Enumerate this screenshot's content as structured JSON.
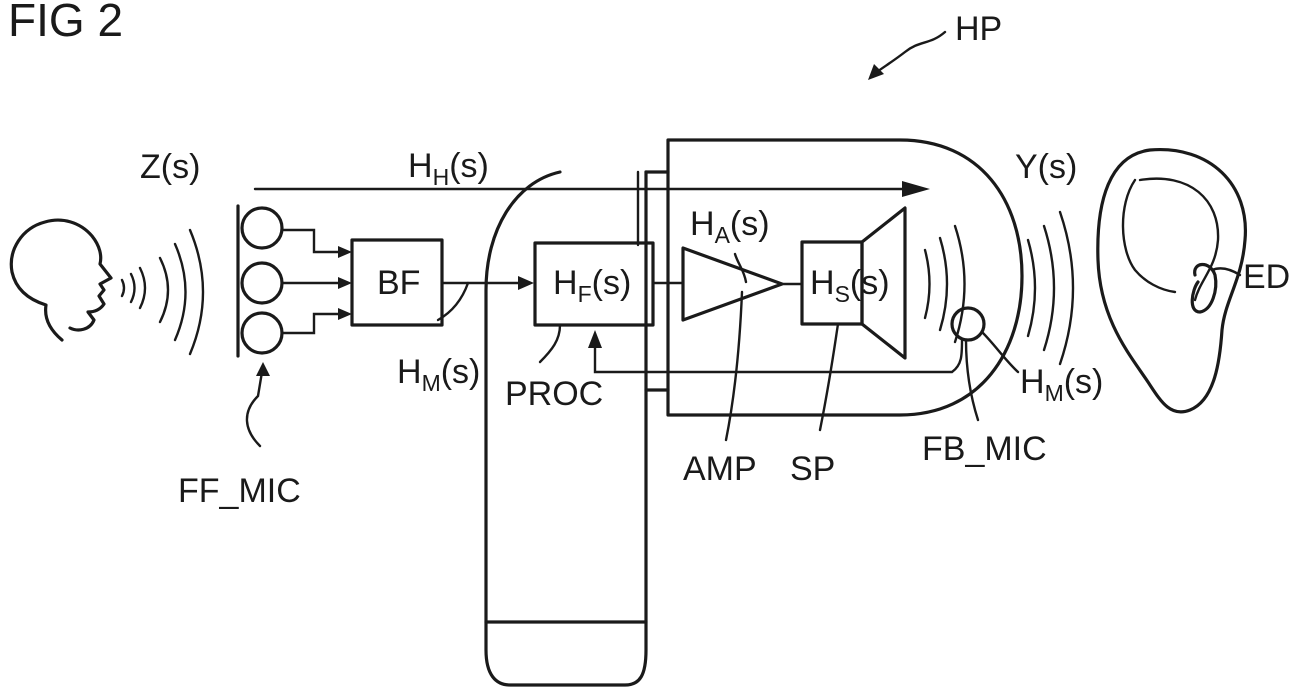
{
  "figure": {
    "title": "FIG 2"
  },
  "labels": {
    "hp": "HP",
    "zs": "Z(s)",
    "hh_main": "H",
    "hh_sub": "H",
    "hh_tail": "(s)",
    "ys": "Y(s)",
    "ha_main": "H",
    "ha_sub": "A",
    "ha_tail": "(s)",
    "bf": "BF",
    "hf_main": "H",
    "hf_sub": "F",
    "hf_tail": "(s)",
    "hs_main": "H",
    "hs_sub": "S",
    "hs_tail": "(s)",
    "ed": "ED",
    "hm1_main": "H",
    "hm1_sub": "M",
    "hm1_tail": "(s)",
    "proc": "PROC",
    "hm2_main": "H",
    "hm2_sub": "M",
    "hm2_tail": "(s)",
    "amp": "AMP",
    "sp": "SP",
    "fb_mic": "FB_MIC",
    "ff_mic": "FF_MIC"
  }
}
